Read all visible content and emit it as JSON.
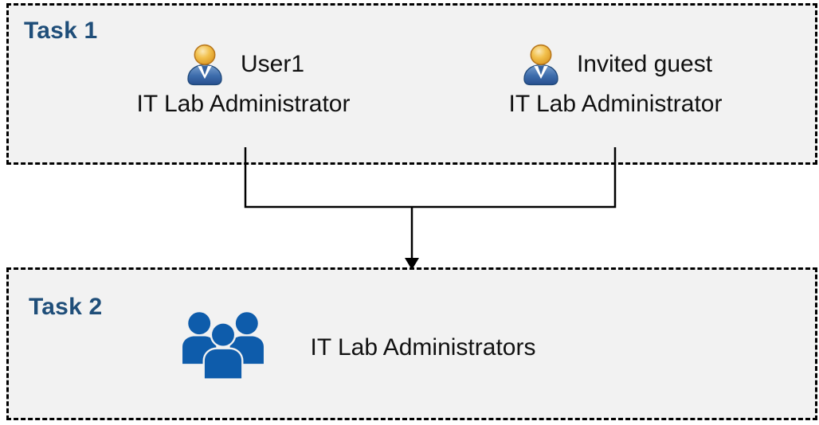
{
  "diagram": {
    "task1": {
      "label": "Task 1",
      "members": [
        {
          "name": "User1",
          "role": "IT Lab Administrator",
          "icon": "person-icon"
        },
        {
          "name": "Invited guest",
          "role": "IT Lab Administrator",
          "icon": "person-icon"
        }
      ]
    },
    "connector": {
      "type": "merge-arrow",
      "from": [
        "User1",
        "Invited guest"
      ],
      "to": "IT Lab Administrators"
    },
    "task2": {
      "label": "Task 2",
      "group": {
        "name": "IT Lab Administrators",
        "icon": "people-group-icon"
      }
    }
  },
  "colors": {
    "box_background": "#f2f2f2",
    "box_border": "#000000",
    "task_label": "#1f4e79",
    "body_text": "#111111",
    "arrow": "#000000",
    "group_icon_blue": "#0e5cab",
    "person_head_orange": "#efb93f",
    "person_body_blue": "#3a6cab"
  }
}
